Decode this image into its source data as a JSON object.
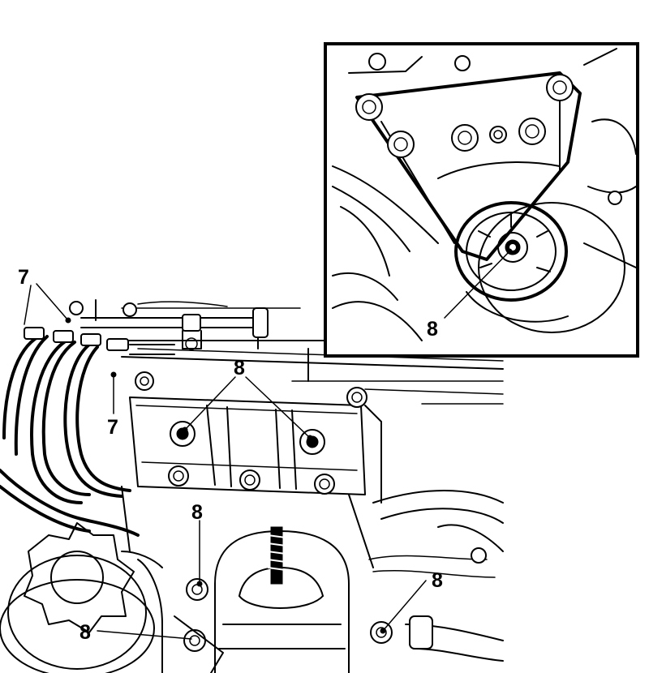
{
  "callouts": {
    "tubes_top": "7",
    "tubes_left": "7",
    "inset_bolt": "8",
    "bracket_bolts": "8",
    "mount_bolt_top": "8",
    "mount_bolt_right": "8",
    "mount_bolt_left": "8"
  }
}
